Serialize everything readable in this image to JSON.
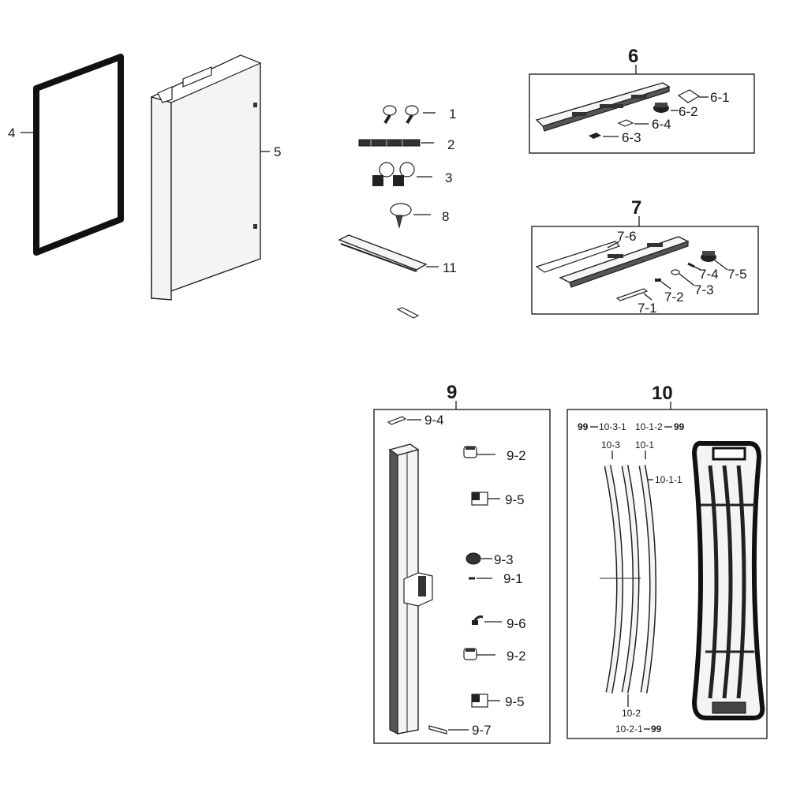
{
  "labels": {
    "p1": "1",
    "p2": "2",
    "p3": "3",
    "p4": "4",
    "p5": "5",
    "p8": "8",
    "p11": "11",
    "g6": "6",
    "p6_1": "6-1",
    "p6_2": "6-2",
    "p6_3": "6-3",
    "p6_4": "6-4",
    "g7": "7",
    "p7_1": "7-1",
    "p7_2": "7-2",
    "p7_3": "7-3",
    "p7_4": "7-4",
    "p7_5": "7-5",
    "p7_6": "7-6",
    "g9": "9",
    "p9_1": "9-1",
    "p9_2a": "9-2",
    "p9_2b": "9-2",
    "p9_3": "9-3",
    "p9_4": "9-4",
    "p9_5a": "9-5",
    "p9_5b": "9-5",
    "p9_6": "9-6",
    "p9_7": "9-7",
    "g10": "10",
    "p10_1": "10-1",
    "p10_1_1": "10-1-1",
    "p10_1_2": "10-1-2",
    "p10_2": "10-2",
    "p10_2_1": "10-2-1",
    "p10_3": "10-3",
    "p10_3_1": "10-3-1"
  }
}
